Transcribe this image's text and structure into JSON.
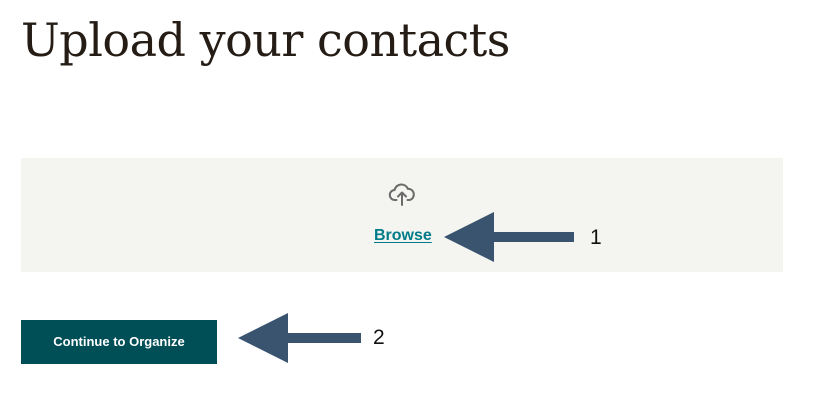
{
  "page": {
    "title": "Upload your contacts"
  },
  "upload": {
    "icon": "cloud-upload-icon",
    "browse_label": "Browse"
  },
  "actions": {
    "continue_label": "Continue to Organize"
  },
  "annotations": {
    "step_1": "1",
    "step_2": "2",
    "arrow_color": "#3a5470"
  },
  "colors": {
    "link": "#007c89",
    "button_bg": "#004e56",
    "dropzone_bg": "#f4f4f0",
    "title": "#241c15"
  }
}
